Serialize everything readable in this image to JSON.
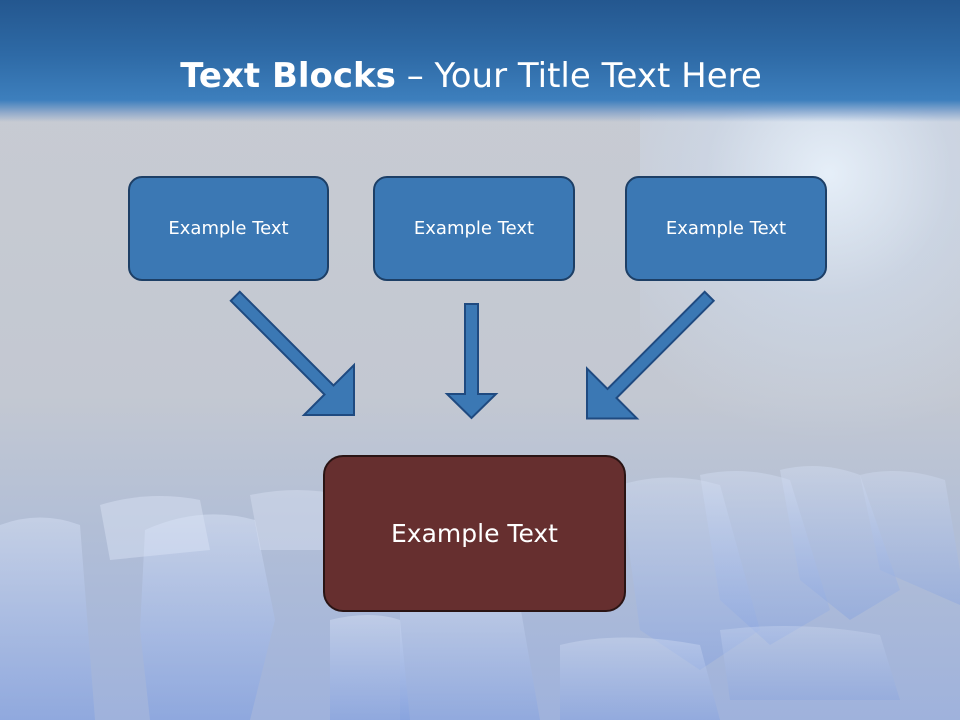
{
  "slide": {
    "title_bold": "Text Blocks",
    "title_rest": " – Your Title Text Here"
  },
  "diagram": {
    "top_boxes": [
      {
        "label": "Example Text"
      },
      {
        "label": "Example Text"
      },
      {
        "label": "Example Text"
      }
    ],
    "bottom_box": {
      "label": "Example Text"
    }
  },
  "colors": {
    "header": "#2e6aa6",
    "box_blue": "#3b78b4",
    "box_maroon": "#662f2f",
    "arrow": "#3b78b4"
  }
}
